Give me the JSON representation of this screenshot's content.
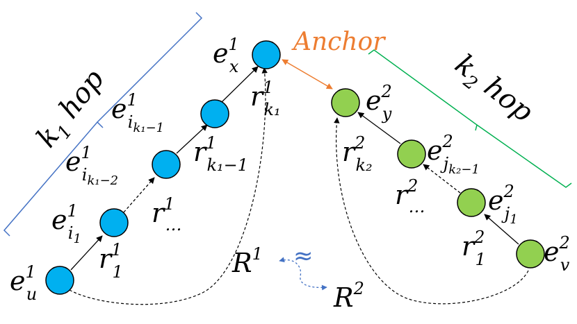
{
  "colors": {
    "left_node": "#00b0f0",
    "right_node": "#92d050",
    "anchor": "#ed7d31",
    "left_brace": "#4472c4",
    "right_brace": "#00b050",
    "approx": "#4472c4",
    "stroke": "#000000"
  },
  "anchor_label": "Anchor",
  "approx_symbol": "≈",
  "left_hop": {
    "k": "k",
    "sub": "1",
    "word": "hop"
  },
  "right_hop": {
    "k": "k",
    "sub": "2",
    "word": "hop"
  },
  "nodes_left": {
    "eu": {
      "base": "e",
      "sup": "1",
      "sub": "u"
    },
    "ei1": {
      "base": "e",
      "sup": "1",
      "sub": "i",
      "sub2": "1"
    },
    "eik2": {
      "base": "e",
      "sup": "1",
      "sub": "i",
      "sub2": "k₁−2"
    },
    "eik1": {
      "base": "e",
      "sup": "1",
      "sub": "i",
      "sub2": "k₁−1"
    },
    "ex": {
      "base": "e",
      "sup": "1",
      "sub": "x"
    }
  },
  "nodes_right": {
    "ev": {
      "base": "e",
      "sup": "2",
      "sub": "v"
    },
    "ej1": {
      "base": "e",
      "sup": "2",
      "sub": "j",
      "sub2": "1"
    },
    "ejk": {
      "base": "e",
      "sup": "2",
      "sub": "j",
      "sub2": "k₂−1"
    },
    "ey": {
      "base": "e",
      "sup": "2",
      "sub": "y"
    }
  },
  "relations_left": {
    "r1": {
      "base": "r",
      "sup": "1",
      "sub": "1"
    },
    "rdots": {
      "base": "r",
      "sup": "1",
      "sub": "…"
    },
    "rk1m": {
      "base": "r",
      "sup": "1",
      "sub": "k₁−1"
    },
    "rk1": {
      "base": "r",
      "sup": "1",
      "sub": "k₁"
    }
  },
  "relations_right": {
    "r1": {
      "base": "r",
      "sup": "2",
      "sub": "1"
    },
    "rdots": {
      "base": "r",
      "sup": "2",
      "sub": "…"
    },
    "rk2": {
      "base": "r",
      "sup": "2",
      "sub": "k₂"
    }
  },
  "paths": {
    "R1": {
      "base": "R",
      "sup": "1"
    },
    "R2": {
      "base": "R",
      "sup": "2"
    }
  }
}
